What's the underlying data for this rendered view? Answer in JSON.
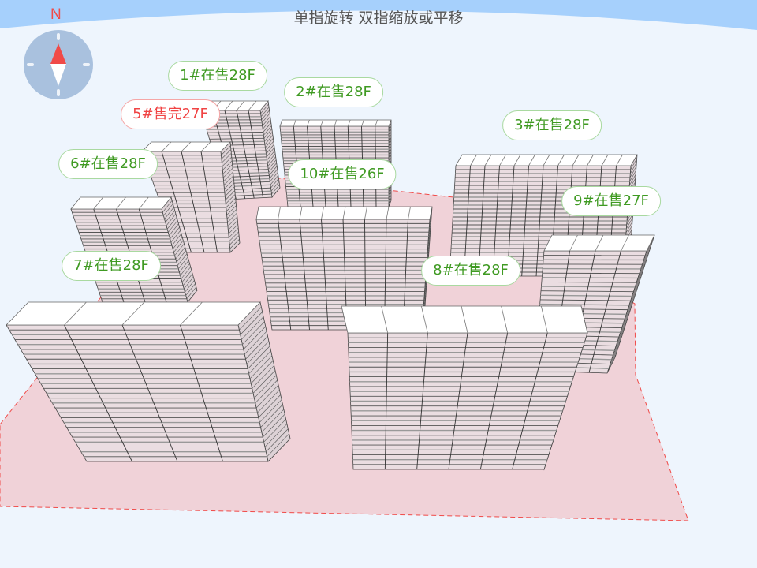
{
  "hint": "单指旋转 双指缩放或平移",
  "compass": {
    "north_label": "N",
    "needle_color": "#f04a48"
  },
  "colors": {
    "on_sale": "#3f9a22",
    "sold_out": "#f04444",
    "ground": "#f0d2d8",
    "boundary": "#f04a48",
    "sky": "#a6d0fc"
  },
  "buildings": [
    {
      "label": "1#在售28F",
      "status": "on",
      "floors": 28
    },
    {
      "label": "2#在售28F",
      "status": "on",
      "floors": 28
    },
    {
      "label": "5#售完27F",
      "status": "sold",
      "floors": 27
    },
    {
      "label": "3#在售28F",
      "status": "on",
      "floors": 28
    },
    {
      "label": "6#在售28F",
      "status": "on",
      "floors": 28
    },
    {
      "label": "10#在售26F",
      "status": "on",
      "floors": 26
    },
    {
      "label": "9#在售27F",
      "status": "on",
      "floors": 27
    },
    {
      "label": "7#在售28F",
      "status": "on",
      "floors": 28
    },
    {
      "label": "8#在售28F",
      "status": "on",
      "floors": 28
    }
  ]
}
